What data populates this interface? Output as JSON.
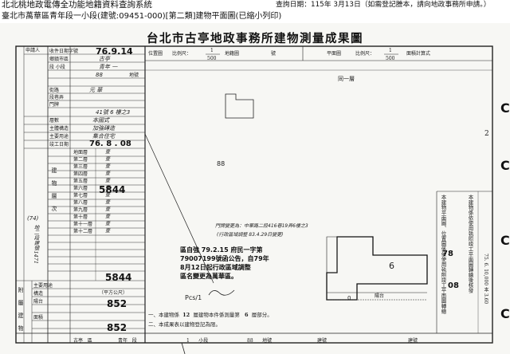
{
  "header": {
    "title": "北北桃地政電傳全功能地籍資料查詢系統",
    "subtitle": "臺北市萬華區青年段一小段(建號:09451-000)[第二類]建物平面圖(已縮小列印)",
    "query_info": "查詢日期：115年 3月13日（如需登記謄本，請向地政事務所申請。）"
  },
  "document": {
    "title": "台北市古亭地政事務所建物測量成果圖",
    "fields": {
      "applicant": "申請人",
      "date_label": "收件日期字號",
      "date_value": "76.9.14",
      "township": "鄉鎮市區",
      "township_value": "古亭",
      "section": "段  小段",
      "section_value": "青年 一",
      "lot": "地號",
      "lot_value": "88",
      "street": "街路",
      "street_value": "元 華",
      "lane": "段巷弄",
      "lane_value": "",
      "door": "門牌",
      "door_value": "41號 6 樓之3",
      "structure": "主體構造",
      "structure_value": "加強磚造",
      "main_use": "主要用途",
      "main_use_value": "集合住宅",
      "floors": "層數",
      "floors_value": "本國式",
      "completion": "竣工日期",
      "completion_value": "76. 8 . 08",
      "area_total": "5844",
      "balcony": "852",
      "balcony2": "852",
      "room_area": "5844",
      "unit": "（平方公尺）"
    },
    "floor_rows": [
      "地面層",
      "第二層",
      "第三層",
      "第四層",
      "第五層",
      "第六層",
      "第七層",
      "第八層",
      "第九層",
      "第十層",
      "第十一層",
      "第十二層"
    ],
    "floor_marks": [
      "壹",
      "壹",
      "壹",
      "壹",
      "壹",
      "壹",
      "壹",
      "壹",
      "壹",
      "壹",
      "壹",
      "壹"
    ],
    "plan": {
      "location_label": "位置圖",
      "scale_label": "比例尺：",
      "scale_top": "1",
      "scale_bottom": "500",
      "lot_num_label": "地籍圖",
      "sheet_label": "號",
      "floor_plan_label": "平面圖",
      "plan_scale_top": "1",
      "plan_scale_bottom": "500",
      "area_calc_label": "面積計算式",
      "first_floor": "同一層",
      "lot_number": "88",
      "unit_number": "6",
      "balcony_label": "陽台",
      "balcony_num": "0",
      "door_note": "門牌變更為：中華路二段416巷19弄6樓之3",
      "door_note2": "(行政區域調整 83.4.29日變更)",
      "reg_note_1": "區自強 79.2.15 府民一字第",
      "reg_note_2": "79007199號函公告，自79年",
      "reg_note_3": "8月12日起行政區域調整",
      "reg_note_4": "區名變更為萬華區。",
      "hw_text": "Pcs/1",
      "right_vertical_1": "本建物平面圖、位置圖係依使用執照竣工平面圖轉繪",
      "right_vertical_2": "本建物係依使用執照竣工平面圖轉繪後核發",
      "right_code": "78",
      "right_code2": "08",
      "right_page": "2",
      "side_ref": "75. 6. 10,000 本 3.60",
      "note1_prefix": "一、本建物係",
      "note1_num": "12",
      "note1_suffix": "層建物本件係測量第",
      "note1_num2": "6",
      "note1_end": "層部分。",
      "note2": "二、本成果表以建物登記為限。"
    },
    "footer": {
      "township_label": "古亭",
      "section_label": "區",
      "segment": "青年",
      "seg_label": "段",
      "part": "1",
      "small_label": "小段",
      "lot": "88",
      "lot_label": "地號",
      "build_label": "建號",
      "build_label2": "建號"
    },
    "left_vertical": [
      "附",
      "屬",
      "建",
      "物"
    ],
    "left_vertical_2": [
      "建",
      "物",
      "層",
      "次"
    ],
    "left_side_note": "地二段建號1471",
    "left_side_note_label": "(74)",
    "left_labels": {
      "use": "主要用途",
      "struct": "構造",
      "balcony": "陽台",
      "floor_area": "面積"
    }
  }
}
